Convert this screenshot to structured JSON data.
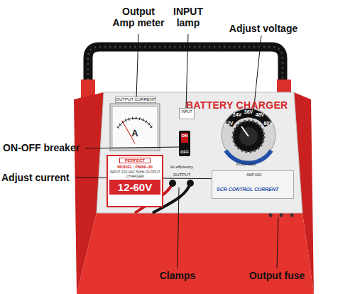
{
  "diagram": {
    "nodes": [
      {
        "text": [
          "A"
        ]
      },
      {
        "text": [
          "INPUT"
        ]
      },
      {
        "text": [
          "PERFECT",
          "MODEL: PM60-30",
          "INPUT 220 VAC 50Hz OUTPUT CHARGER",
          "12-60V"
        ]
      },
      {
        "text": [
          "AMP ADJ",
          "SCR CONTROL CURRENT"
        ]
      }
    ],
    "labels": [
      "Output Amp meter",
      "INPUT lamp",
      "Adjust voltage",
      "ON-OFF breaker",
      "Adjust current",
      "Clamps",
      "Output fuse",
      "OUTPUT CURRENT",
      "BATTERY CHARGER",
      "ON",
      "OFF",
      "12V",
      "24V",
      "36V",
      "48V",
      "60V",
      "VOLT ADJ.",
      "Hi efficiency",
      "OUTPUT"
    ]
  }
}
